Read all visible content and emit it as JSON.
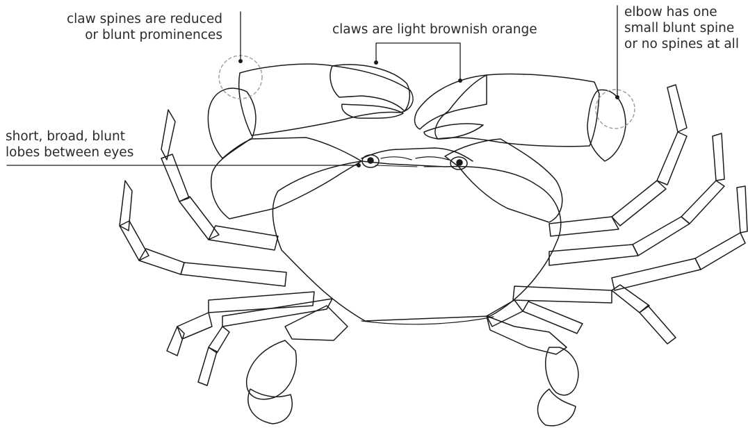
{
  "annotations": {
    "claw_spines": [
      "claw spines are reduced",
      "or blunt prominences"
    ],
    "claw_color": "claws are light brownish orange",
    "elbow": [
      "elbow has one",
      "small blunt spine",
      "or no spines at all"
    ],
    "lobes": [
      "short, broad, blunt",
      "lobes between eyes"
    ]
  },
  "colors": {
    "line": "#1a1a1a",
    "text": "#2a2a2a",
    "circle": "#9a9a9a",
    "background": "#ffffff"
  }
}
